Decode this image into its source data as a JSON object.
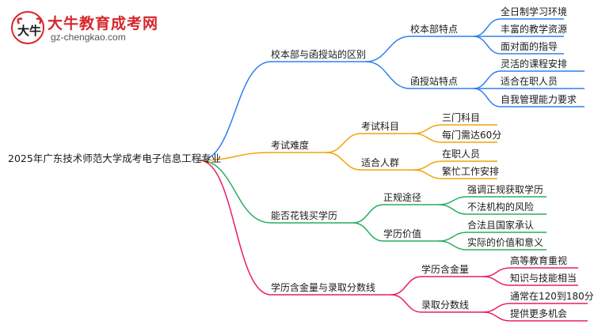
{
  "logo": {
    "title": "大牛教育成考网",
    "url": "gz-chengkao.com"
  },
  "root": "2025年广东技术师范大学成考电子信息工程专业",
  "branches": [
    {
      "label": "校本部与函授站的区别",
      "color": "#2f80ed",
      "children": [
        {
          "label": "校本部特点",
          "leaves": [
            "全日制学习环境",
            "丰富的教学资源",
            "面对面的指导"
          ]
        },
        {
          "label": "函授站特点",
          "leaves": [
            "灵活的课程安排",
            "适合在职人员",
            "自我管理能力要求"
          ]
        }
      ]
    },
    {
      "label": "考试难度",
      "color": "#f0a30a",
      "children": [
        {
          "label": "考试科目",
          "leaves": [
            "三门科目",
            "每门需达60分"
          ]
        },
        {
          "label": "适合人群",
          "leaves": [
            "在职人员",
            "繁忙工作安排"
          ]
        }
      ]
    },
    {
      "label": "能否花钱买学历",
      "color": "#27ae60",
      "children": [
        {
          "label": "正规途径",
          "leaves": [
            "强调正规获取学历",
            "不法机构的风险"
          ]
        },
        {
          "label": "学历价值",
          "leaves": [
            "合法且国家承认",
            "实际的价值和意义"
          ]
        }
      ]
    },
    {
      "label": "学历含金量与录取分数线",
      "color": "#e91e63",
      "children": [
        {
          "label": "学历含金量",
          "leaves": [
            "高等教育重视",
            "知识与技能相当"
          ]
        },
        {
          "label": "录取分数线",
          "leaves": [
            "通常在120到180分",
            "提供更多机会"
          ]
        }
      ]
    }
  ]
}
